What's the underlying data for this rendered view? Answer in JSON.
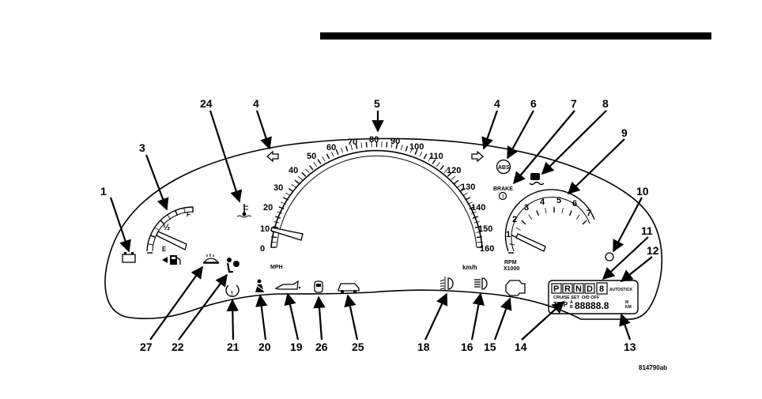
{
  "figure_code": "814790ab",
  "callouts": [
    "1",
    "3",
    "24",
    "4",
    "5",
    "4",
    "6",
    "7",
    "8",
    "9",
    "10",
    "11",
    "12",
    "13",
    "14",
    "15",
    "16",
    "18",
    "25",
    "26",
    "19",
    "20",
    "21",
    "22",
    "27"
  ],
  "speedometer": {
    "ticks": [
      "0",
      "10",
      "20",
      "30",
      "40",
      "50",
      "60",
      "70",
      "80",
      "90",
      "100",
      "110",
      "120",
      "130",
      "140",
      "150",
      "160"
    ],
    "unit_mph": "MPH",
    "unit_kmh": "km/h"
  },
  "tachometer": {
    "ticks": [
      "1",
      "2",
      "3",
      "4",
      "5",
      "6",
      "7"
    ],
    "unit": "RPM",
    "multiplier": "X1000"
  },
  "fuel_gauge": {
    "empty": "E",
    "half": "½",
    "full": "F"
  },
  "warning_labels": {
    "abs": "ABS",
    "brake": "BRAKE"
  },
  "odometer": {
    "gear_letters": [
      "P",
      "R",
      "N",
      "D"
    ],
    "gear_digit": "8",
    "autostick": "AUTOSTICK",
    "cruise_set": "CRUISE SET",
    "od_off": "O/D OFF",
    "trip": "TRIP",
    "trip_a": "A",
    "trip_b": "B",
    "digits": "88888.8",
    "unit_m": "M",
    "unit_km": "KM"
  },
  "icons": [
    "battery-icon",
    "fuel-pump-icon",
    "coolant-temp-icon",
    "left-turn-arrow-icon",
    "right-turn-arrow-icon",
    "abs-icon",
    "brake-icon",
    "traction-icon",
    "washer-fluid-icon",
    "airbag-icon",
    "tire-pressure-icon",
    "seatbelt-icon",
    "oil-pressure-icon",
    "door-ajar-icon",
    "liftgate-ajar-icon",
    "fog-lamp-icon",
    "high-beam-icon",
    "check-engine-icon"
  ]
}
